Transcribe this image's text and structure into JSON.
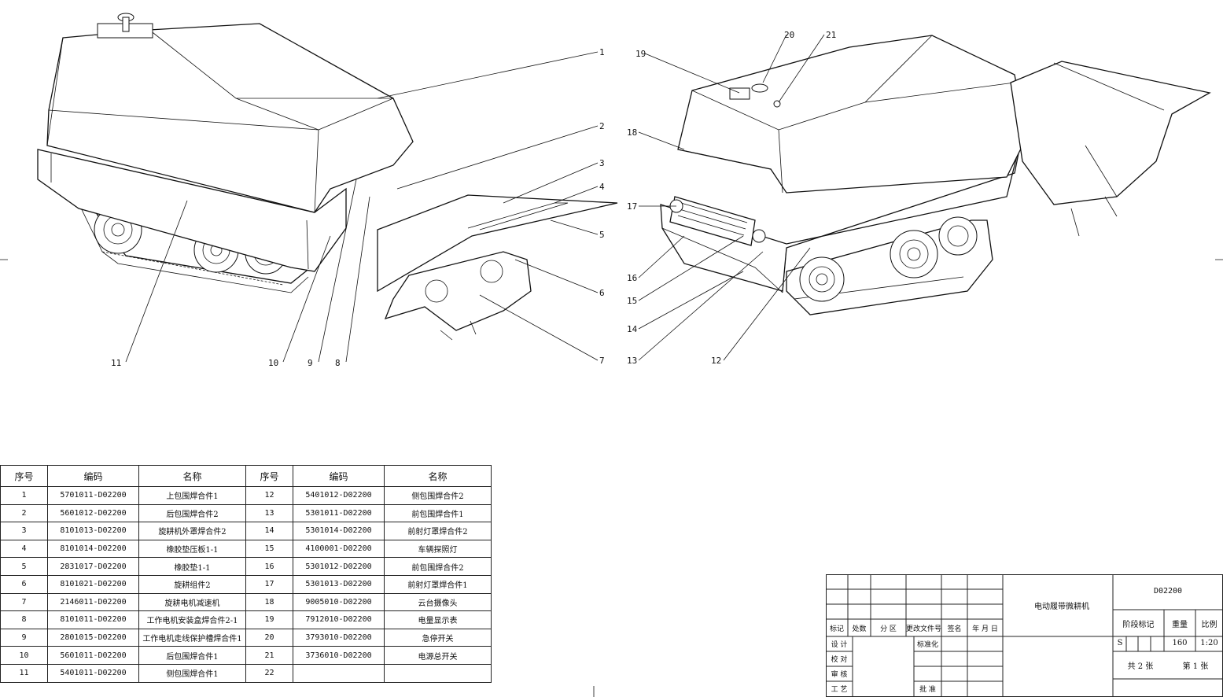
{
  "callouts": {
    "left": [
      "1",
      "2",
      "3",
      "4",
      "5",
      "6",
      "7",
      "8",
      "9",
      "10",
      "11"
    ],
    "right": [
      "12",
      "13",
      "14",
      "15",
      "16",
      "17",
      "18",
      "19",
      "20",
      "21"
    ]
  },
  "bom": {
    "headers": [
      "序号",
      "编码",
      "名称",
      "序号",
      "编码",
      "名称"
    ],
    "rows": [
      [
        "1",
        "5701011-D02200",
        "上包围焊合件1",
        "12",
        "5401012-D02200",
        "侧包围焊合件2"
      ],
      [
        "2",
        "5601012-D02200",
        "后包围焊合件2",
        "13",
        "5301011-D02200",
        "前包围焊合件1"
      ],
      [
        "3",
        "8101013-D02200",
        "旋耕机外罩焊合件2",
        "14",
        "5301014-D02200",
        "前射灯罩焊合件2"
      ],
      [
        "4",
        "8101014-D02200",
        "橡胶垫压板1-1",
        "15",
        "4100001-D02200",
        "车辆探照灯"
      ],
      [
        "5",
        "2831017-D02200",
        "橡胶垫1-1",
        "16",
        "5301012-D02200",
        "前包围焊合件2"
      ],
      [
        "6",
        "8101021-D02200",
        "旋耕组件2",
        "17",
        "5301013-D02200",
        "前射灯罩焊合件1"
      ],
      [
        "7",
        "2146011-D02200",
        "旋耕电机减速机",
        "18",
        "9005010-D02200",
        "云台摄像头"
      ],
      [
        "8",
        "8101011-D02200",
        "工作电机安装盒焊合件2-1",
        "19",
        "7912010-D02200",
        "电量显示表"
      ],
      [
        "9",
        "2801015-D02200",
        "工作电机走线保护槽焊合件1",
        "20",
        "3793010-D02200",
        "急停开关"
      ],
      [
        "10",
        "5601011-D02200",
        "后包围焊合件1",
        "21",
        "3736010-D02200",
        "电源总开关"
      ],
      [
        "11",
        "5401011-D02200",
        "侧包围焊合件1",
        "22",
        "",
        ""
      ]
    ]
  },
  "title_block": {
    "product_name": "电动履带微耕机",
    "drawing_no": "D02200",
    "stage_mark": "阶段标记",
    "weight_label": "重量",
    "scale_label": "比例",
    "stage_value": "S",
    "weight_value": "160",
    "scale_value": "1:20",
    "total_sheets": "共 2 张",
    "sheet_no": "第 1 张",
    "rev_headers": [
      "标记",
      "处数",
      "分 区",
      "更改文件号",
      "签名",
      "年 月 日"
    ],
    "roles": [
      "设 计",
      "校 对",
      "审 核",
      "工 艺"
    ],
    "standardize": "标准化",
    "approve": "批 准"
  }
}
